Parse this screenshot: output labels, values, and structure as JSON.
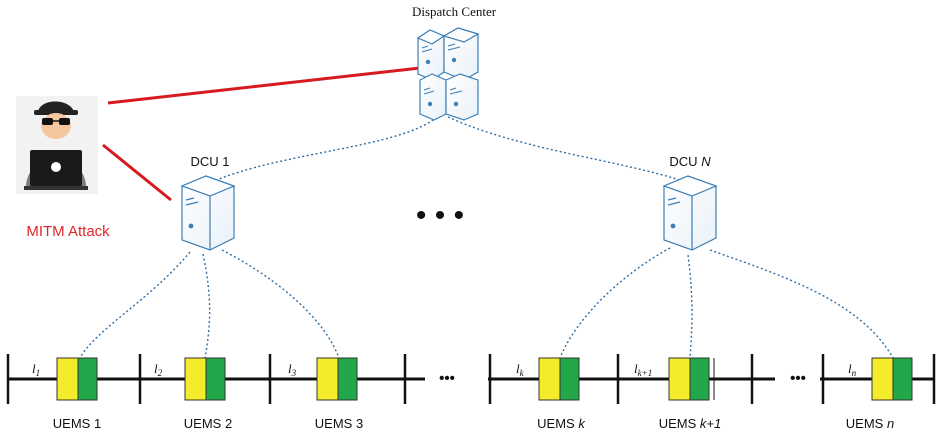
{
  "dispatch_center": {
    "label": "Dispatch Center"
  },
  "attacker": {
    "label": "MITM Attack"
  },
  "dcus": [
    {
      "label": "DCU 1"
    },
    {
      "label_prefix": "DCU ",
      "label_var": "N"
    }
  ],
  "ellipsis_large": "• • •",
  "bus_ellipsis": "•••",
  "segments": [
    {
      "label": "l",
      "sub": "1"
    },
    {
      "label": "l",
      "sub": "2"
    },
    {
      "label": "l",
      "sub": "3"
    },
    {
      "label": "l",
      "sub": "k"
    },
    {
      "label": "l",
      "sub": "k+1"
    },
    {
      "label": "l",
      "sub": "n"
    }
  ],
  "uems": [
    {
      "prefix": "UEMS ",
      "index": "1"
    },
    {
      "prefix": "UEMS ",
      "index": "2"
    },
    {
      "prefix": "UEMS ",
      "index": "3"
    },
    {
      "prefix": "UEMS ",
      "index": "k"
    },
    {
      "prefix": "UEMS ",
      "index": "k+1"
    },
    {
      "prefix": "UEMS ",
      "index": "n"
    }
  ],
  "colors": {
    "attack_line": "#d71920",
    "attack_text": "#e0262b",
    "dotted_link": "#2e6da4",
    "server_stroke": "#3c7fb5",
    "uems_yellow": "#f4ec2a",
    "uems_green": "#22a84a",
    "bus": "#111111"
  }
}
